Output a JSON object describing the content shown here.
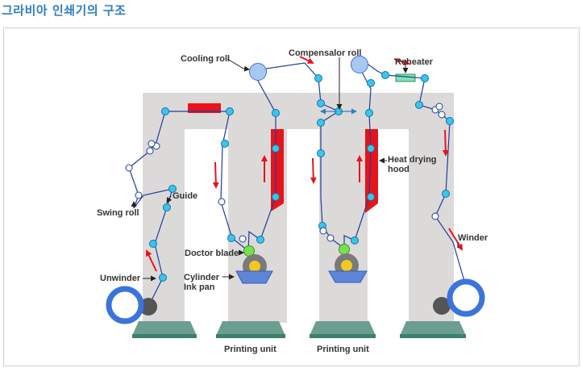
{
  "title": "그라비아 인쇄기의 구조",
  "labels": {
    "cooling_roll": "Cooling roll",
    "compensator_roll": "Compensalor roll",
    "reheater": "Reheater",
    "heat_drying_hood_1": "Heat drying",
    "heat_drying_hood_2": "hood",
    "guide": "Guide",
    "swing_roll": "Swing roll",
    "doctor_blade": "Doctor blade",
    "cylinder": "Cylinder",
    "ink_pan": "Ink pan",
    "unwinder": "Unwinder",
    "winder": "Winder",
    "printing_unit_1": "Printing unit",
    "printing_unit_2": "Printing unit"
  },
  "colors": {
    "frame": "#dcd9d9",
    "heater": "#e8141b",
    "roll_cyan": "#35c7ef",
    "roll_blue_big": "#a9c8ef",
    "web_line": "#1d3f9b",
    "arrow_red": "#e8141b",
    "reel_blue": "#3a74dc",
    "base_green": "#4a8a7a",
    "doctor_green": "#78e050",
    "ink_pan": "#5d86d8",
    "cylinder_yellow": "#f4c820",
    "title_blue": "#2f7ec1"
  }
}
